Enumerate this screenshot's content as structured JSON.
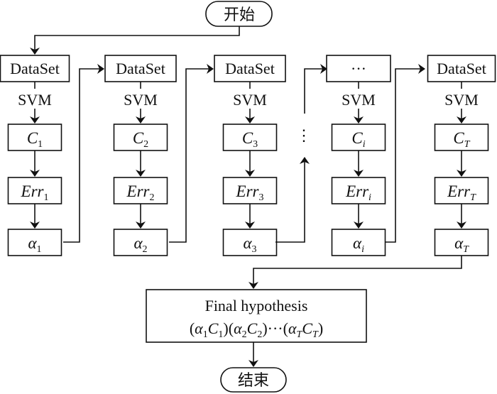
{
  "start_label": "开始",
  "end_label": "结束",
  "svm_label": "SVM",
  "columns": [
    {
      "dataset": "DataSet",
      "classifier": "C",
      "classifier_sub": "1",
      "error": "Err",
      "error_sub": "1",
      "alpha": "α",
      "alpha_sub": "1"
    },
    {
      "dataset": "DataSet",
      "classifier": "C",
      "classifier_sub": "2",
      "error": "Err",
      "error_sub": "2",
      "alpha": "α",
      "alpha_sub": "2"
    },
    {
      "dataset": "DataSet",
      "classifier": "C",
      "classifier_sub": "3",
      "error": "Err",
      "error_sub": "3",
      "alpha": "α",
      "alpha_sub": "3"
    },
    {
      "dataset": "···",
      "classifier": "C",
      "classifier_sub": "i",
      "error": "Err",
      "error_sub": "i",
      "alpha": "α",
      "alpha_sub": "i"
    },
    {
      "dataset": "DataSet",
      "classifier": "C",
      "classifier_sub": "T",
      "error": "Err",
      "error_sub": "T",
      "alpha": "α",
      "alpha_sub": "T"
    }
  ],
  "gap_ellipsis": "⋮",
  "final": {
    "title": "Final hypothesis",
    "terms": [
      {
        "a": "α",
        "a_sub": "1",
        "c": "C",
        "c_sub": "1"
      },
      {
        "a": "α",
        "a_sub": "2",
        "c": "C",
        "c_sub": "2"
      },
      {
        "a": "α",
        "a_sub": "T",
        "c": "C",
        "c_sub": "T"
      }
    ],
    "ellipsis": "···"
  }
}
